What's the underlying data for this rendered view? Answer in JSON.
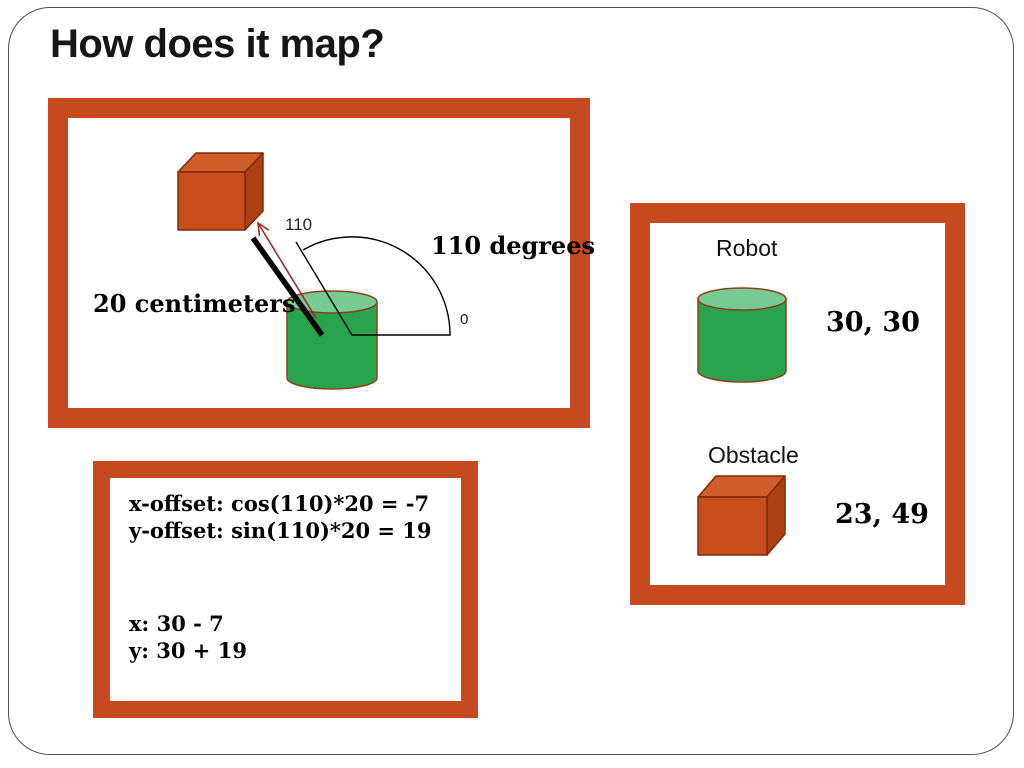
{
  "slide": {
    "title": "How does it map?"
  },
  "measurement_panel": {
    "angle_arc": {
      "start_label": "0",
      "end_label": "110"
    },
    "angle_text": "110 degrees",
    "distance_text": "20 centimeters"
  },
  "map_panel": {
    "robot": {
      "label": "Robot",
      "coordinates": "30, 30"
    },
    "obstacle": {
      "label": "Obstacle",
      "coordinates": "23, 49"
    }
  },
  "calc_panel": {
    "offset_lines": [
      "x-offset: cos(110)*20 = -7",
      "y-offset: sin(110)*20 = 19"
    ],
    "position_lines": [
      "x: 30 - 7",
      "y: 30 + 19"
    ]
  },
  "colors": {
    "frame-orange": "#C7491E",
    "cube-front": "#C94E1E",
    "cube-top": "#D05E2B",
    "cube-side": "#AE4012",
    "cube-outline": "#7F2B08",
    "cylinder-body": "#27A44C",
    "cylinder-top": "#75CB93",
    "cylinder-outline": "#8F3D16",
    "arrow-red": "#9E2B23"
  }
}
